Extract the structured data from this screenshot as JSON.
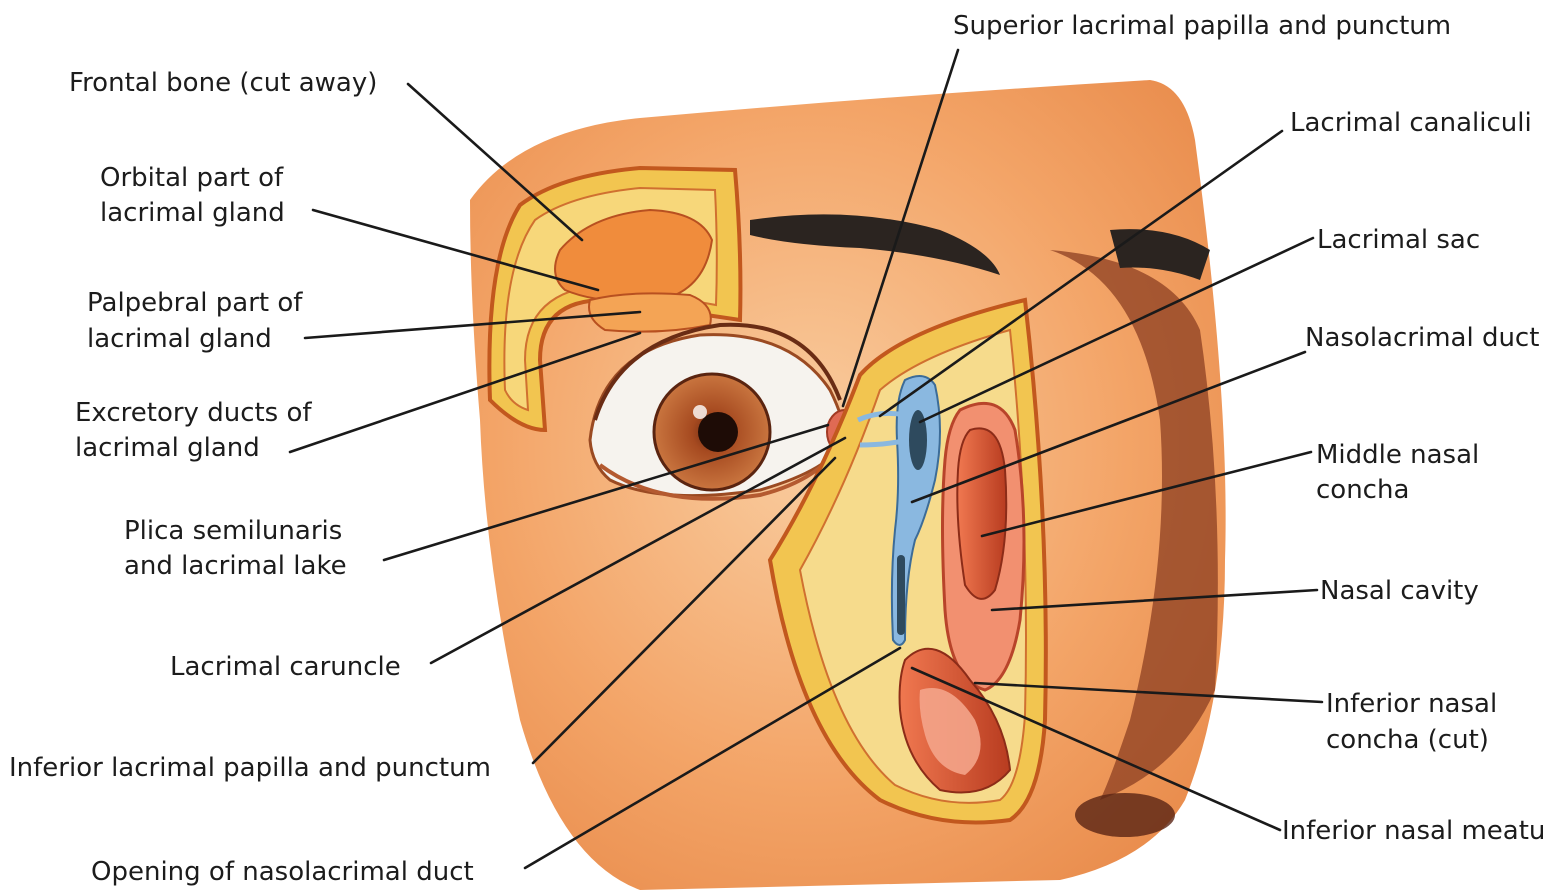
{
  "labels": {
    "frontal_bone": [
      "Frontal bone (cut away)"
    ],
    "orbital_part": [
      "Orbital part of",
      "lacrimal gland"
    ],
    "palpebral_part": [
      "Palpebral part of",
      "lacrimal gland"
    ],
    "excretory_ducts": [
      "Excretory ducts of",
      "lacrimal gland"
    ],
    "plica": [
      "Plica semilunaris",
      "and lacrimal lake"
    ],
    "caruncle": [
      "Lacrimal caruncle"
    ],
    "inferior_papilla": [
      "Inferior lacrimal papilla and punctum"
    ],
    "opening_duct": [
      "Opening of nasolacrimal duct"
    ],
    "superior_papilla": [
      "Superior lacrimal papilla and punctum"
    ],
    "canaliculi": [
      "Lacrimal canaliculi"
    ],
    "sac": [
      "Lacrimal sac"
    ],
    "nasolacrimal_duct": [
      "Nasolacrimal duct"
    ],
    "middle_concha": [
      "Middle nasal",
      "concha"
    ],
    "nasal_cavity": [
      "Nasal cavity"
    ],
    "inferior_concha": [
      "Inferior nasal",
      "concha (cut)"
    ],
    "inferior_meatus": [
      "Inferior nasal meatu"
    ]
  },
  "colors": {
    "skin": "#f2a96b",
    "skin_light": "#f8c697",
    "skin_dark": "#d9783c",
    "bone": "#f2c550",
    "gland": "#f08c3c",
    "iris": "#b85a2a",
    "sclera": "#f6f3ee",
    "duct": "#8ab8e0",
    "nasal": "#e0603c",
    "brow": "#2b2420"
  }
}
